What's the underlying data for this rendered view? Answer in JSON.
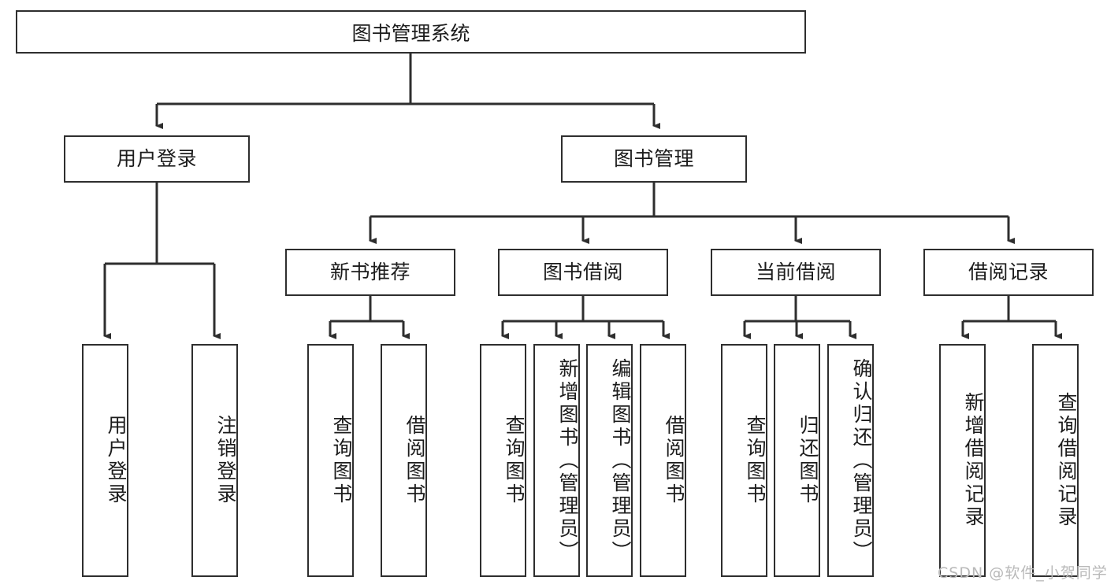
{
  "diagram": {
    "title": "图书管理系统",
    "type": "tree-hierarchy",
    "watermark": "CSDN @软件_小贺同学",
    "colors": {
      "background": "#ffffff",
      "node_border": "#2e2e2e",
      "node_fill": "#ffffff",
      "text": "#1c1c1c",
      "edge": "#2e2e2e",
      "watermark": "#b9b9b9"
    },
    "root": {
      "label": "图书管理系统"
    },
    "level2": [
      {
        "label": "用户登录"
      },
      {
        "label": "图书管理"
      }
    ],
    "level3": [
      {
        "label": "新书推荐"
      },
      {
        "label": "图书借阅"
      },
      {
        "label": "当前借阅"
      },
      {
        "label": "借阅记录"
      }
    ],
    "leaves": {
      "user_login": [
        {
          "label": "用户登录"
        },
        {
          "label": "注销登录"
        }
      ],
      "new_book": [
        {
          "label": "查询图书"
        },
        {
          "label": "借阅图书"
        }
      ],
      "book_borrow": [
        {
          "label": "查询图书"
        },
        {
          "label": "新增图书（管理员）"
        },
        {
          "label": "编辑图书（管理员）"
        },
        {
          "label": "借阅图书"
        }
      ],
      "current_borrow": [
        {
          "label": "查询图书"
        },
        {
          "label": "归还图书"
        },
        {
          "label": "确认归还（管理员）"
        }
      ],
      "borrow_record": [
        {
          "label": "新增借阅记录"
        },
        {
          "label": "查询借阅记录"
        }
      ]
    }
  }
}
